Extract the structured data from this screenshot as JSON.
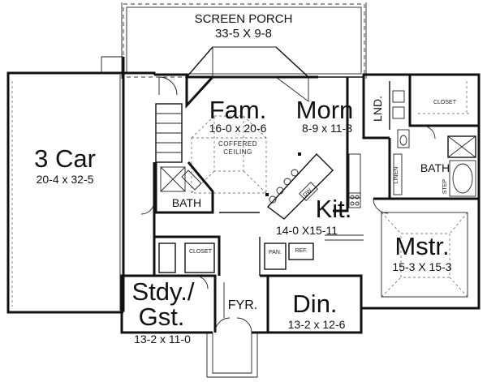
{
  "rooms": {
    "screen_porch": {
      "name": "SCREEN PORCH",
      "dims": "33-5 X 9-8"
    },
    "garage": {
      "name": "3 Car",
      "dims": "20-4 x 32-5"
    },
    "family": {
      "name": "Fam.",
      "dims": "16-0 x 20-6",
      "ceiling": [
        "COFFERED",
        "CEILING"
      ]
    },
    "morning": {
      "name": "Morn",
      "dims": "8-9 x 11-3"
    },
    "kitchen": {
      "name": "Kit.",
      "dims": "14-0 X15-11"
    },
    "master": {
      "name": "Mstr.",
      "dims": "15-3 X 15-3"
    },
    "study": {
      "name_line1": "Stdy./",
      "name_line2": "Gst.",
      "dims": "13-2 x 11-0"
    },
    "dining": {
      "name": "Din.",
      "dims": "13-2 x 12-6"
    },
    "foyer": {
      "name": "FYR."
    },
    "bath_hall": {
      "name": "BATH"
    },
    "bath_master": {
      "name": "BATH"
    },
    "laundry": {
      "name": "LND."
    },
    "closet_master": {
      "name": "CLOSET"
    },
    "closet_hall": {
      "name": "CLOSET"
    },
    "pantry": {
      "name": "PAN."
    },
    "refrigerator": {
      "name": "REF."
    },
    "dishwasher": {
      "name": "DW"
    },
    "linen": {
      "name": "LINEN"
    },
    "step": {
      "name": "STEP"
    }
  }
}
